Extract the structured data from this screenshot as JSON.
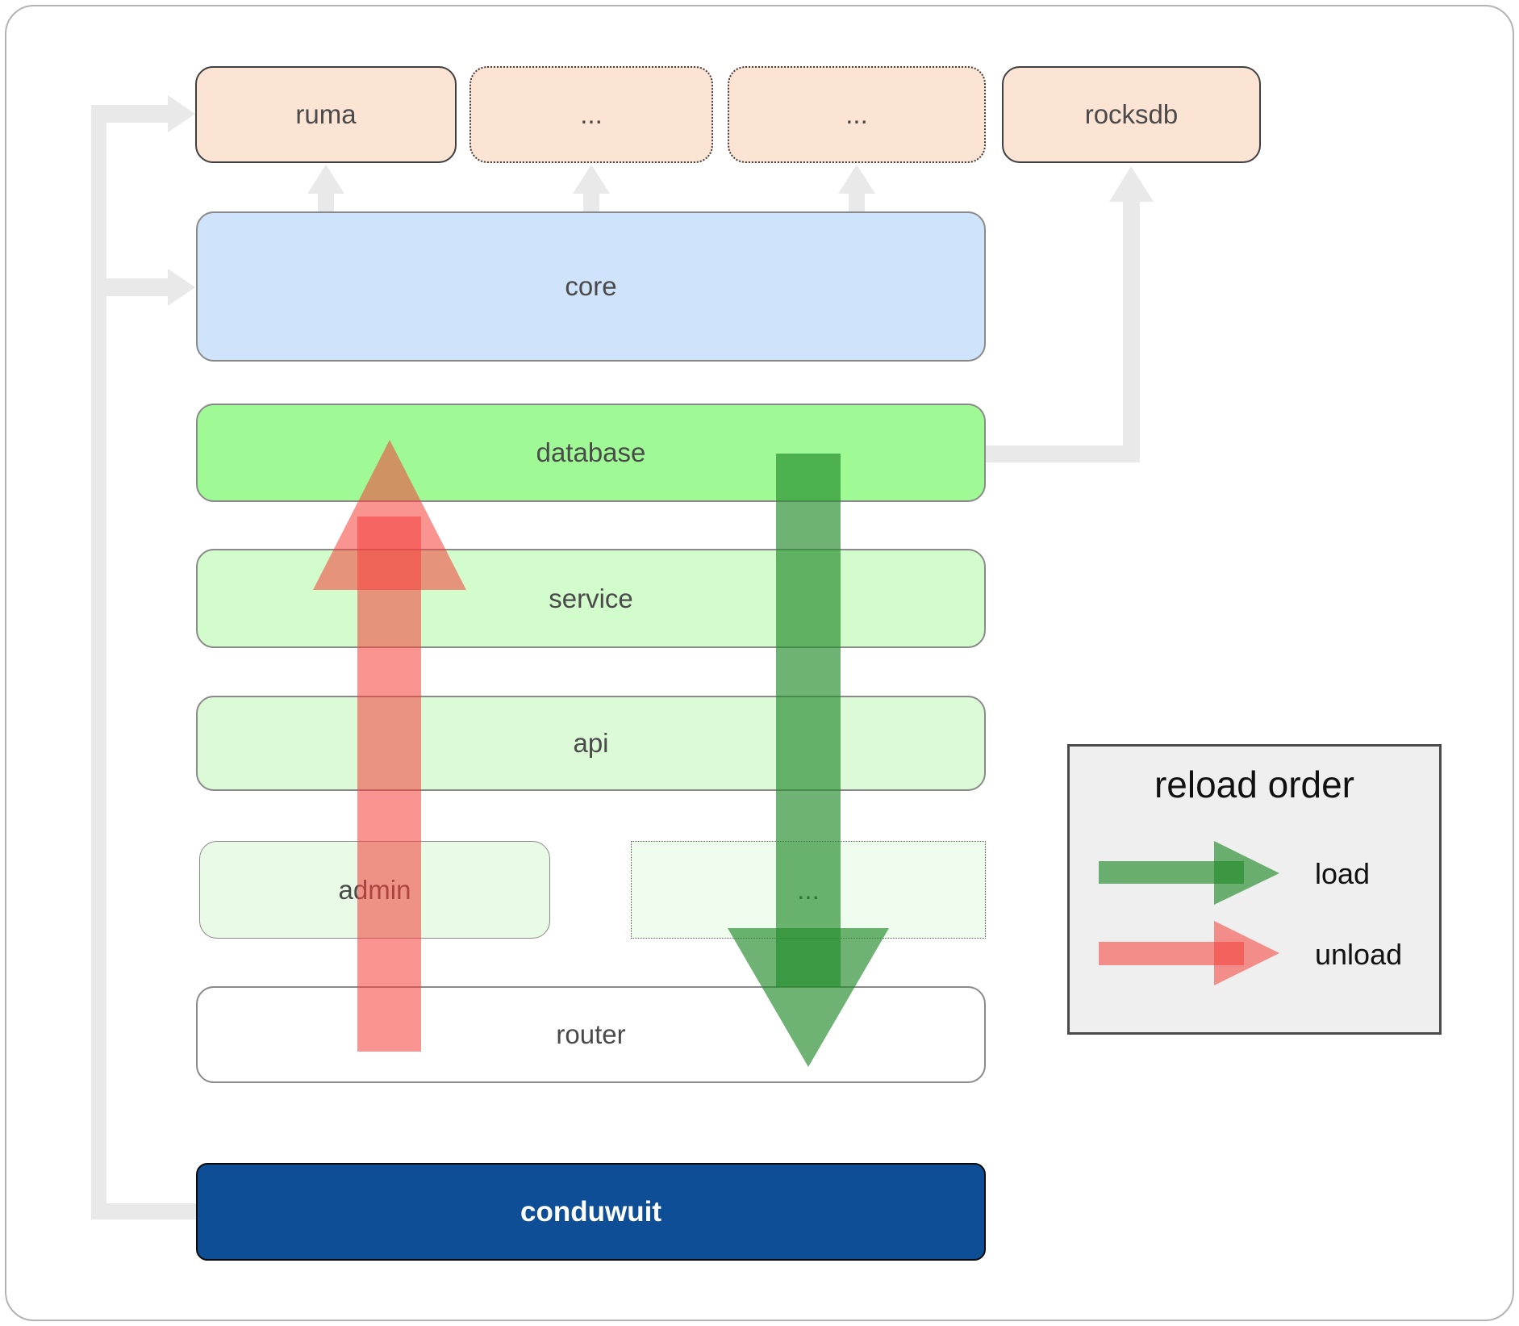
{
  "boxes": {
    "ruma": {
      "label": "ruma"
    },
    "ellipsis_top_1": {
      "label": "..."
    },
    "ellipsis_top_2": {
      "label": "..."
    },
    "rocksdb": {
      "label": "rocksdb"
    },
    "core": {
      "label": "core"
    },
    "database": {
      "label": "database"
    },
    "service": {
      "label": "service"
    },
    "api": {
      "label": "api"
    },
    "admin": {
      "label": "admin"
    },
    "ellipsis_mid": {
      "label": "..."
    },
    "router": {
      "label": "router"
    },
    "conduwuit": {
      "label": "conduwuit"
    }
  },
  "legend": {
    "title": "reload order",
    "items": [
      {
        "label": "load",
        "color": "#238c2a"
      },
      {
        "label": "unload",
        "color": "#f4403a"
      }
    ]
  },
  "colors": {
    "load_arrow": "#238c2a",
    "unload_arrow": "#f4403a",
    "connector": "#e9e9e9",
    "conduwuit_bg": "#0d4e96",
    "database_fill": "#9ffa96",
    "core_fill": "#cfe3fa",
    "module_fill": "#fce4d4"
  }
}
